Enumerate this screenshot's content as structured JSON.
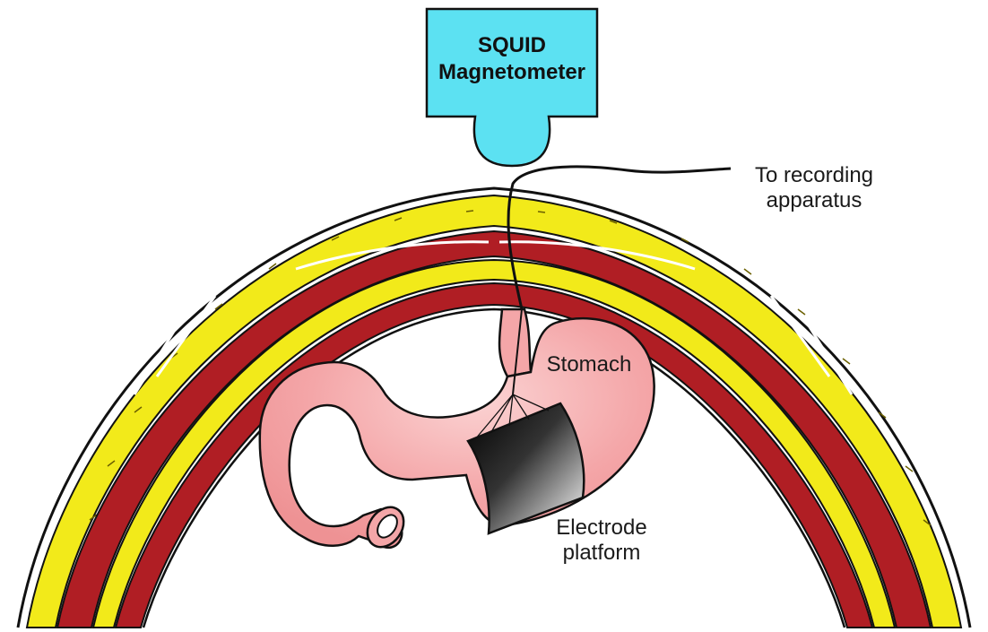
{
  "labels": {
    "squid_line1": "SQUID",
    "squid_line2": "Magnetometer",
    "recording_line1": "To recording",
    "recording_line2": "apparatus",
    "stomach": "Stomach",
    "electrode_line1": "Electrode",
    "electrode_line2": "platform"
  },
  "colors": {
    "squid_box": "#5ce1f2",
    "fat_layer": "#f2ea1a",
    "muscle": "#b01e24",
    "stomach": "#f4a6a8",
    "electrode_dark": "#000000",
    "electrode_light": "#ffffff"
  }
}
